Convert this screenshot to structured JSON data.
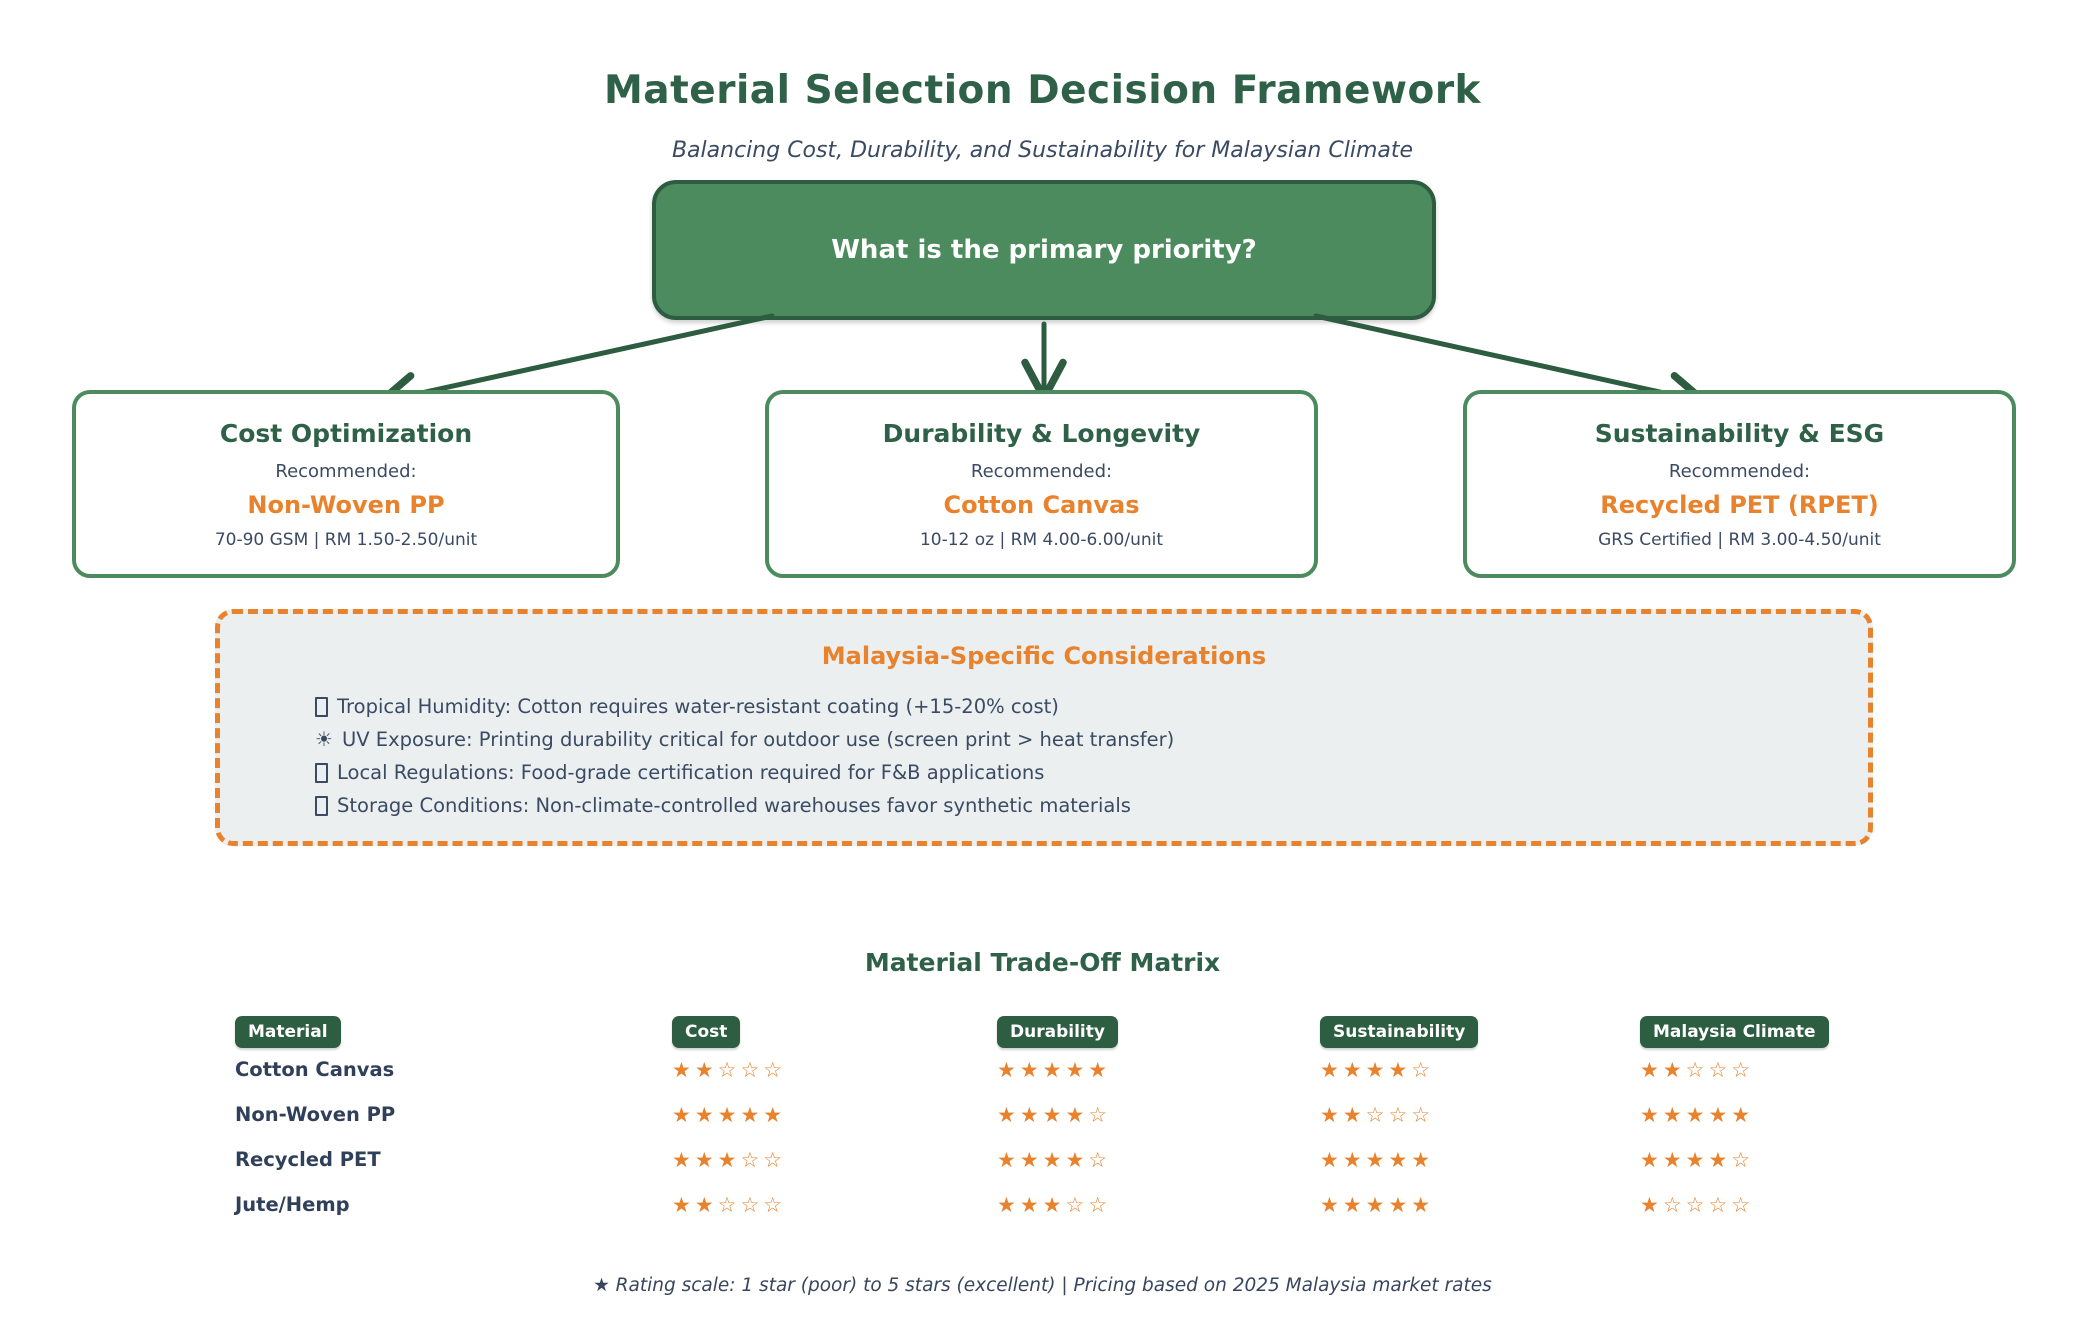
{
  "page": {
    "title": "Material Selection Decision Framework",
    "subtitle": "Balancing Cost, Durability, and Sustainability for Malaysian Climate"
  },
  "root_question": "What is the primary priority?",
  "options": [
    {
      "title": "Cost Optimization",
      "recommended_label": "Recommended:",
      "material": "Non-Woven PP",
      "detail": "70-90 GSM | RM 1.50-2.50/unit"
    },
    {
      "title": "Durability & Longevity",
      "recommended_label": "Recommended:",
      "material": "Cotton Canvas",
      "detail": "10-12 oz | RM 4.00-6.00/unit"
    },
    {
      "title": "Sustainability & ESG",
      "recommended_label": "Recommended:",
      "material": "Recycled PET (RPET)",
      "detail": "GRS Certified | RM 3.00-4.50/unit"
    }
  ],
  "considerations": {
    "title": "Malaysia-Specific Considerations",
    "items": [
      {
        "icon": "missing-glyph",
        "text": "Tropical Humidity: Cotton requires water-resistant coating (+15-20% cost)"
      },
      {
        "icon": "sun",
        "text": "UV Exposure: Printing durability critical for outdoor use (screen print > heat transfer)"
      },
      {
        "icon": "missing-glyph",
        "text": "Local Regulations: Food-grade certification required for F&B applications"
      },
      {
        "icon": "missing-glyph",
        "text": "Storage Conditions: Non-climate-controlled warehouses favor synthetic materials"
      }
    ]
  },
  "matrix": {
    "title": "Material Trade-Off Matrix",
    "columns": [
      "Material",
      "Cost",
      "Durability",
      "Sustainability",
      "Malaysia Climate"
    ],
    "max_rating": 5,
    "rows": [
      {
        "material": "Cotton Canvas",
        "ratings": [
          2,
          5,
          4,
          2
        ]
      },
      {
        "material": "Non-Woven PP",
        "ratings": [
          5,
          4,
          2,
          5
        ]
      },
      {
        "material": "Recycled PET",
        "ratings": [
          3,
          4,
          5,
          4
        ]
      },
      {
        "material": "Jute/Hemp",
        "ratings": [
          2,
          3,
          5,
          1
        ]
      }
    ]
  },
  "footer_note": "★ Rating scale: 1 star (poor) to 5 stars (excellent) | Pricing based on 2025 Malaysia market rates",
  "colors": {
    "dark_green": "#2e6147",
    "node_green": "#4b8b5e",
    "chip_green": "#2e5e41",
    "orange": "#e8822c",
    "navy": "#3b4a63",
    "panel_bg": "#ebeff0"
  }
}
